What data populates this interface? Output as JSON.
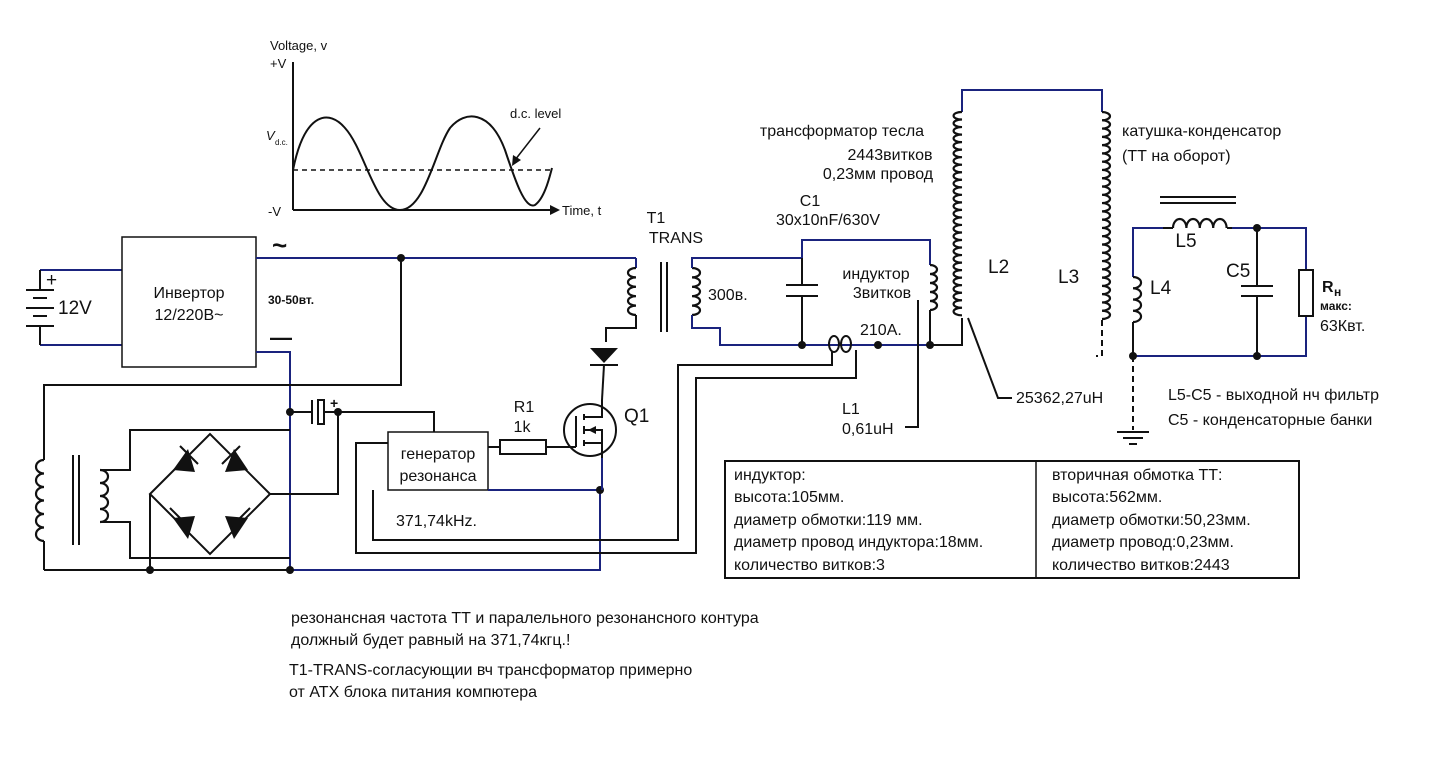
{
  "waveform": {
    "y_label": "Voltage, v",
    "plus_v": "+V",
    "minus_v": "-V",
    "vdc_main": "V",
    "vdc_sub": "d.c.",
    "dc_level": "d.c. level",
    "x_label": "Time, t"
  },
  "battery": {
    "label": "12V",
    "plus": "+"
  },
  "inverter": {
    "line1": "Инвертор",
    "line2": "12/220В~",
    "power": "30-50вт.",
    "ac_sym": "~",
    "minus_sym": "—"
  },
  "t1": {
    "name": "T1",
    "type": "TRANS",
    "voltage": "300в."
  },
  "c1": {
    "name": "C1",
    "value": "30x10nF/630V"
  },
  "inductor": {
    "line1": "индуктор",
    "line2": "3витков",
    "current": "210A."
  },
  "tesla": {
    "line1": "трансформатор тесла",
    "line2": "2443витков",
    "line3": "0,23мм провод",
    "l2": "L2",
    "l2_value": "25362,27uH"
  },
  "secondary_coil": {
    "line1": "катушка-конденсатор",
    "line2": "(ТТ на оборот)",
    "l3": "L3"
  },
  "output": {
    "l4": "L4",
    "l5": "L5",
    "c5": "C5",
    "rn_main": "R",
    "rn_sub": "н",
    "rn_max": "макс:",
    "rn_power": "63Квт."
  },
  "filter_note": {
    "line1": "L5-C5 - выходной нч фильтр",
    "line2": "C5 - конденсаторные банки"
  },
  "l1": {
    "name": "L1",
    "value": "0,61uH"
  },
  "r1": {
    "name": "R1",
    "value": "1k"
  },
  "q1": {
    "name": "Q1"
  },
  "cap_plus": "+",
  "generator": {
    "line1": "генератор",
    "line2": "резонанса",
    "freq": "371,74kHz."
  },
  "table": {
    "left": [
      "индуктор:",
      "высота:105мм.",
      "диаметр обмотки:119 мм.",
      "диаметр провод индуктора:18мм.",
      "количество витков:3"
    ],
    "right": [
      "вторичная обмотка ТТ:",
      "высота:562мм.",
      "диаметр обмотки:50,23мм.",
      "диаметр провод:0,23мм.",
      "количество витков:2443"
    ]
  },
  "notes": {
    "line1": "резонансная частота ТТ и паралельного резонансного контура",
    "line2": "должный будет равный на 371,74кгц.!",
    "line3": "T1-TRANS-согласующии вч трансформатор примерно",
    "line4": "от ATX блока питания компютера"
  }
}
